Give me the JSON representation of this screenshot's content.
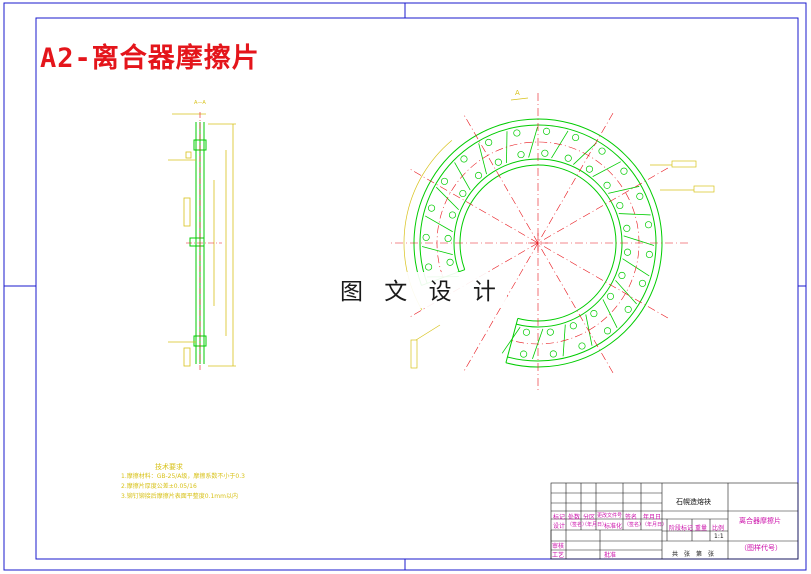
{
  "sheet": {
    "title": "A2-离合器摩擦片",
    "watermark": "图 文 设 计"
  },
  "drawing": {
    "section_label": "A—A",
    "view_label": "A",
    "colors": {
      "outline": "#00cc00",
      "centerline": "#e8151b",
      "dimension": "#d8c21a",
      "frame": "#1a1acc",
      "title_text": "#e4151b",
      "table_text": "#cc11aa"
    }
  },
  "notes": {
    "heading": "技术要求",
    "lines": [
      "1.摩擦材料：GB-25/A级，摩擦系数不小于0.3",
      "2.摩擦片厚度公差±0.05/16",
      "3.铆钉铆接后摩擦片表面平整度0.1mm以内"
    ]
  },
  "title_block": {
    "company": "石幌造熔袂",
    "part_name": "离合器摩擦片",
    "drawing_no": "（图样代号）",
    "scale": "1:1",
    "row_mark": [
      "标记",
      "处数",
      "分区",
      "更改文件号",
      "签名",
      "年月日"
    ],
    "row_design": [
      "设计",
      "（签名）",
      "（年月日）",
      "标准化",
      "（签名）",
      "（年月日）"
    ],
    "labels": {
      "stage": "阶段标记",
      "weight": "重量",
      "ratio": "比例",
      "check": "审核",
      "process": "工艺",
      "approve": "批准",
      "sheets": "共　张　第　张"
    }
  }
}
